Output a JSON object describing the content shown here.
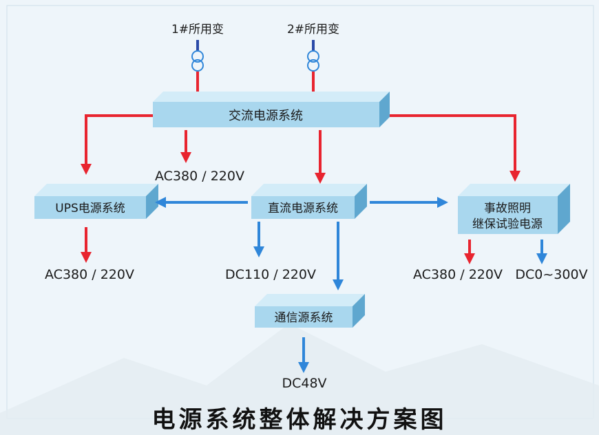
{
  "title": "电源系统整体解决方案图",
  "transformers": [
    {
      "label": "1#所用变"
    },
    {
      "label": "2#所用变"
    }
  ],
  "systems": {
    "ac": {
      "label": "交流电源系统"
    },
    "ups": {
      "label": "UPS电源系统"
    },
    "dc": {
      "label": "直流电源系统"
    },
    "emergency": {
      "line1": "事故照明",
      "line2": "继保试验电源"
    },
    "comm": {
      "label": "通信源系统"
    }
  },
  "outputs": {
    "ac_out": "AC380 / 220V",
    "ups_out": "AC380 / 220V",
    "dc_out": "DC110 / 220V",
    "emergency_ac": "AC380 / 220V",
    "emergency_dc": "DC0~300V",
    "comm_out": "DC48V"
  },
  "colors": {
    "ac_arrow": "#e8242f",
    "dc_arrow": "#2f86d9",
    "box_face": "#a9d7ee",
    "box_top": "#d3ecf8",
    "box_side": "#5fa7cf",
    "background": "#eef5fa"
  }
}
